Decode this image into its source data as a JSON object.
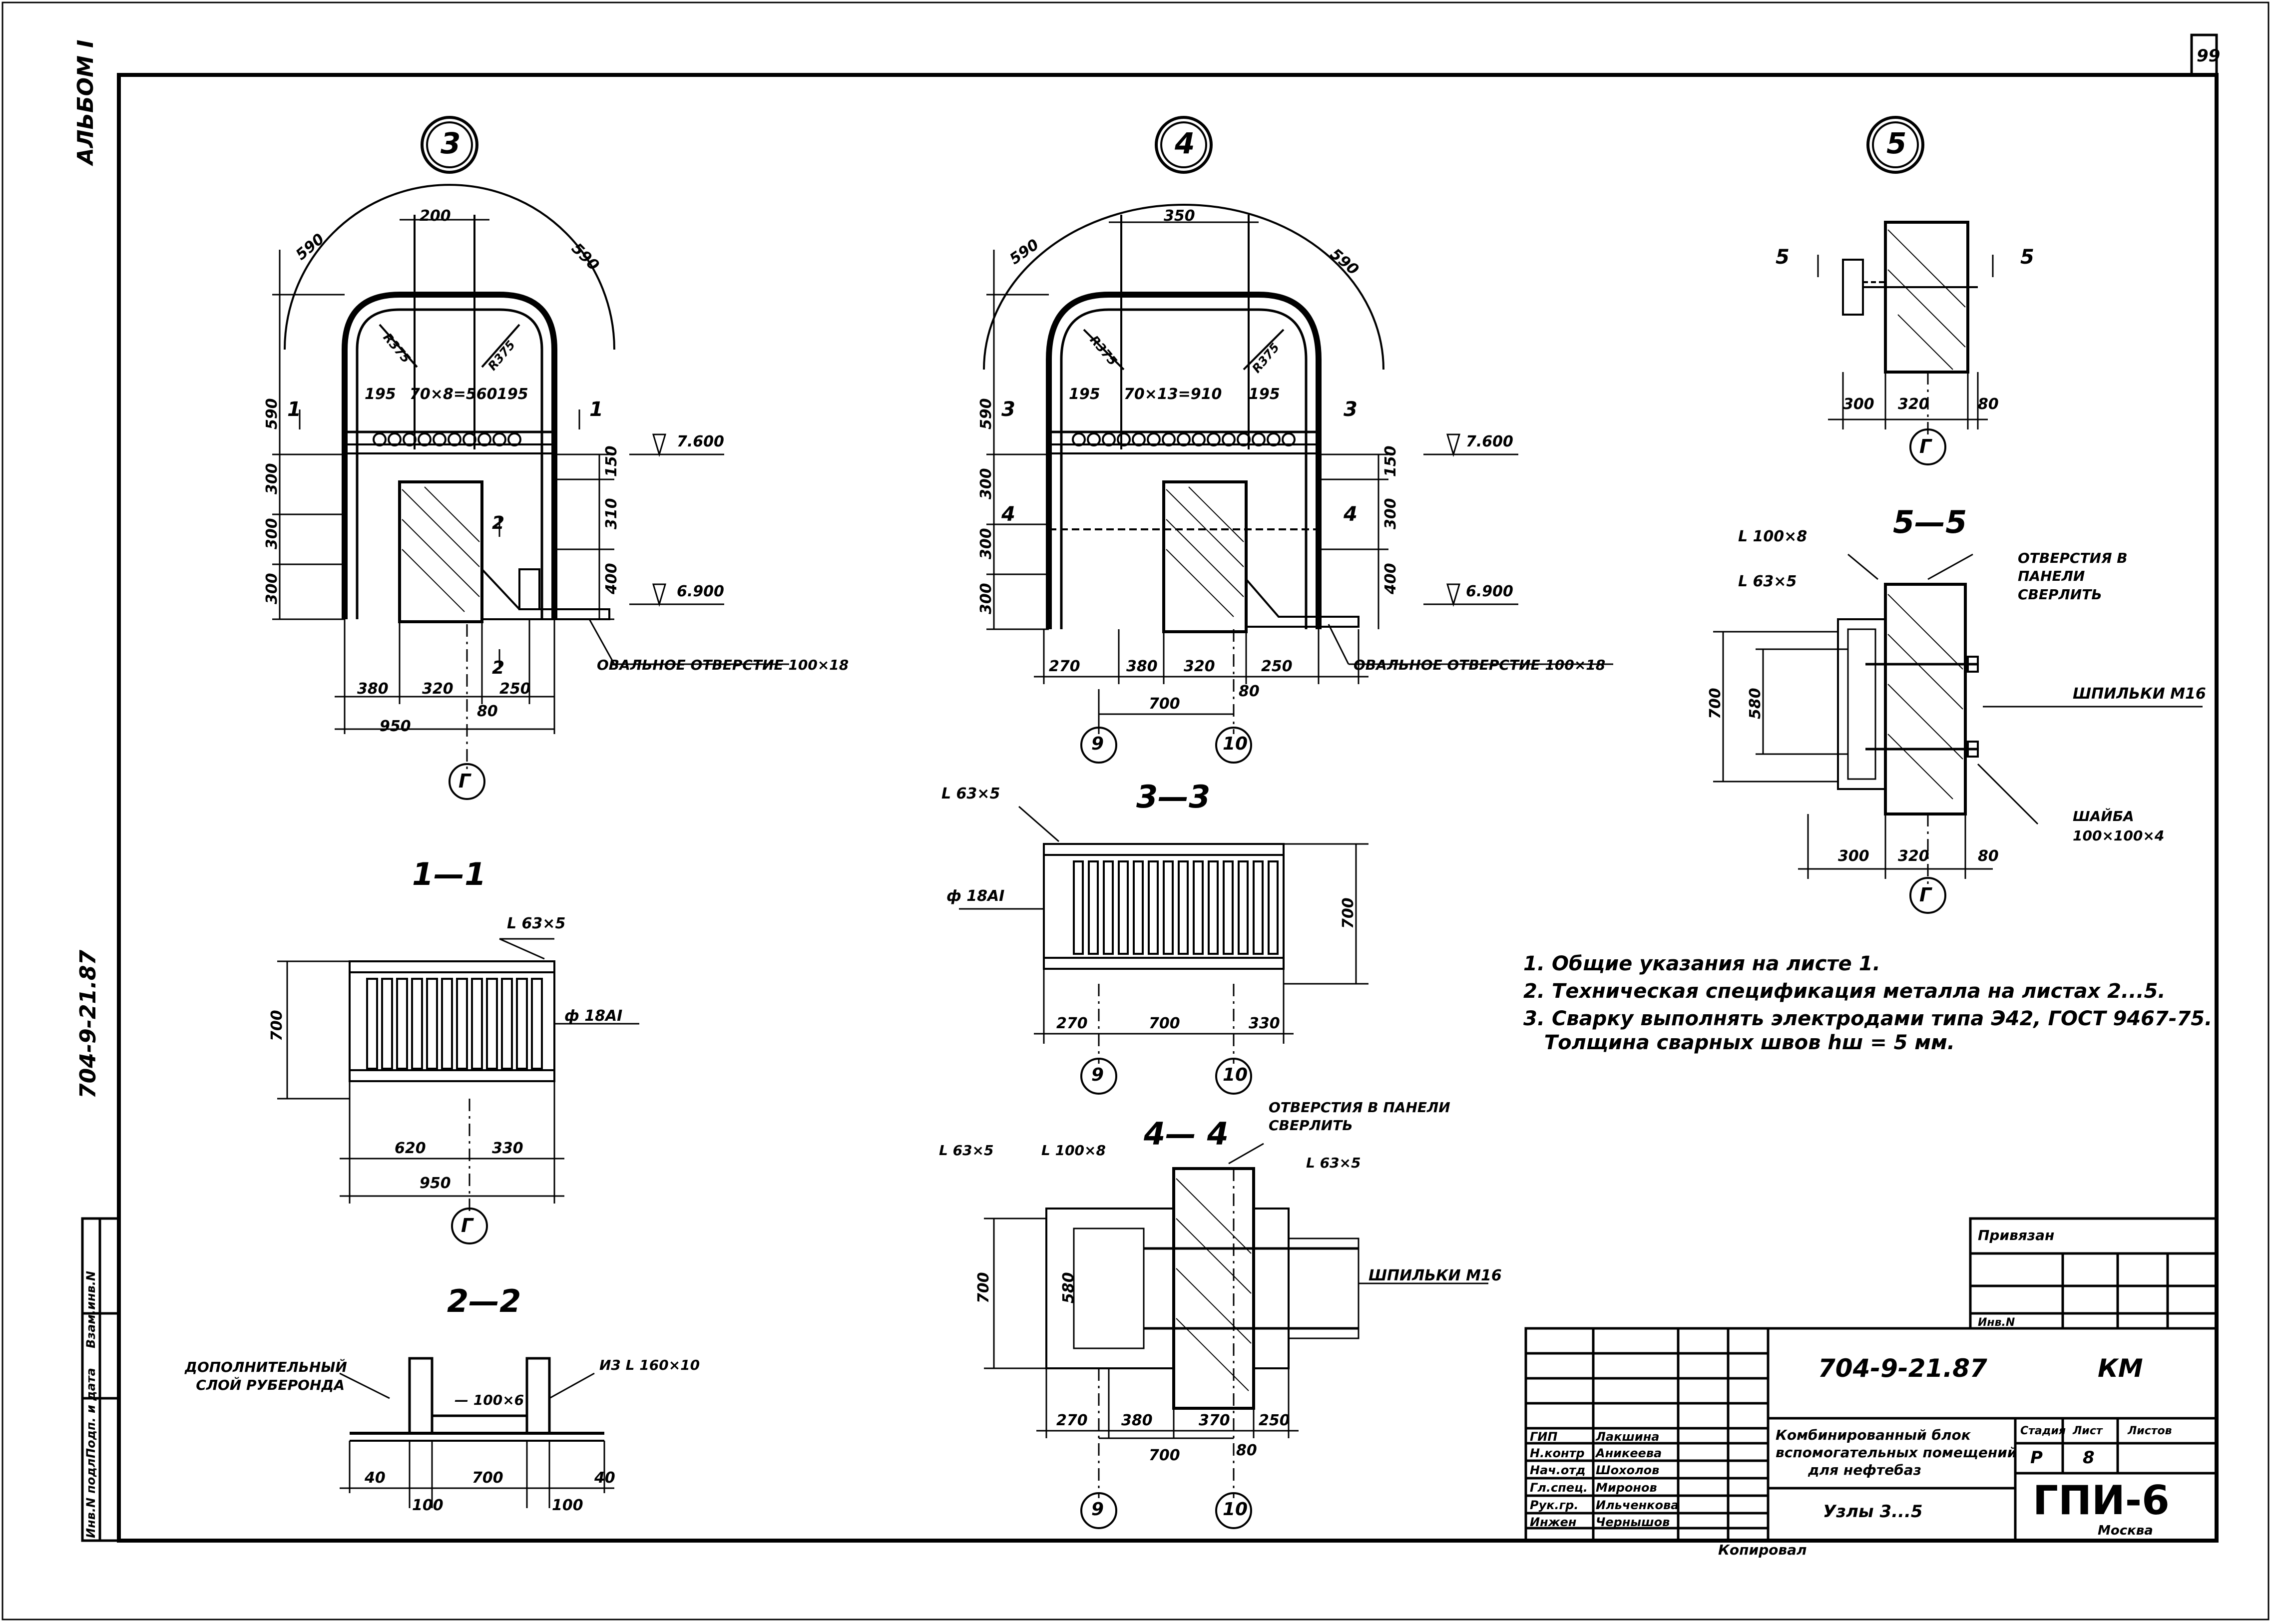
{
  "sheet": {
    "page_number": "99",
    "album_label": "АЛЬБОМ I",
    "doc_code_side": "704-9-21.87",
    "side_stamp": [
      "Инв.N подл.",
      "Подп. и дата",
      "Взам.инв.N"
    ]
  },
  "nodes": {
    "n3": {
      "marker": "3",
      "dims_top": [
        "200",
        "590",
        "590"
      ],
      "radius": [
        "R375",
        "R375"
      ],
      "spacing": [
        "195",
        "70×8=560",
        "195"
      ],
      "heights": [
        "590",
        "300",
        "300",
        "300",
        "150",
        "310",
        "400"
      ],
      "levels": [
        "7.600",
        "6.900"
      ],
      "bottom": [
        "380",
        "320",
        "250",
        "80",
        "950"
      ],
      "sections": [
        "1",
        "1",
        "2",
        "2"
      ],
      "axis": "Г",
      "oval_note": "ОВАЛЬНОЕ ОТВЕРСТИЕ 100×18"
    },
    "n4": {
      "marker": "4",
      "dims_top": [
        "350",
        "590",
        "590"
      ],
      "radius": [
        "R375",
        "R375"
      ],
      "spacing": [
        "195",
        "70×13=910",
        "195"
      ],
      "heights": [
        "590",
        "300",
        "300",
        "300",
        "150",
        "300",
        "400"
      ],
      "levels": [
        "7.600",
        "6.900"
      ],
      "bottom": [
        "270",
        "380",
        "320",
        "250",
        "700",
        "80"
      ],
      "sections": [
        "3",
        "3",
        "4",
        "4"
      ],
      "axes": [
        "9",
        "10"
      ],
      "oval_note": "ОВАЛЬНОЕ ОТВЕРСТИЕ 100×18"
    },
    "n5": {
      "marker": "5",
      "sections": [
        "5",
        "5"
      ],
      "bottom": [
        "300",
        "320",
        "80"
      ],
      "axis": "Г"
    }
  },
  "sections": {
    "s11": {
      "title": "1—1",
      "angle": "L 63×5",
      "bar": "ф 18АI",
      "dims": [
        "700",
        "620",
        "330",
        "950"
      ],
      "axis": "Г"
    },
    "s22": {
      "title": "2—2",
      "note": "ДОПОЛНИТЕЛЬНЫЙ СЛОЙ РУБЕРОНДА",
      "plate": "— 100×6",
      "angle": "И3 L 160×10",
      "dims": [
        "40",
        "100",
        "700",
        "100",
        "40"
      ]
    },
    "s33": {
      "title": "3—3",
      "angle": "L 63×5",
      "bar": "ф 18АI",
      "dims": [
        "700",
        "270",
        "700",
        "330"
      ],
      "axes": [
        "9",
        "10"
      ]
    },
    "s44": {
      "title": "4— 4",
      "note": "ОТВЕРСТИЯ В ПАНЕЛИ СВЕРЛИТЬ",
      "angles": [
        "L 63×5",
        "L 100×8",
        "L 63×5"
      ],
      "stud": "ШПИЛЬКИ М16",
      "dims": [
        "700",
        "580",
        "270",
        "380",
        "370",
        "250",
        "700",
        "80"
      ],
      "axes": [
        "9",
        "10"
      ]
    },
    "s55": {
      "title": "5—5",
      "angles": [
        "L 100×8",
        "L 63×5"
      ],
      "note": "ОТВЕРСТИЯ В ПАНЕЛИ СВЕРЛИТЬ",
      "stud": "ШПИЛЬКИ М16",
      "washer": "ШАЙБА 100×100×4",
      "dims": [
        "700",
        "580",
        "300",
        "320",
        "80"
      ],
      "axis": "Г"
    }
  },
  "notes": [
    "1. Общие указания на листе 1.",
    "2. Техническая спецификация металла на листах 2...5.",
    "3. Сварку выполнять электродами типа Э42, ГОСТ 9467-75.",
    "   Толщина сварных швов hш = 5 мм."
  ],
  "title_block": {
    "privyazan": "Привязан",
    "inv_no": "Инв.N",
    "doc_code": "704-9-21.87",
    "mark": "КМ",
    "roles": [
      "ГИП",
      "Н.контр",
      "Нач.отд",
      "Гл.спец.",
      "Рук.гр.",
      "Инжен"
    ],
    "names": [
      "Лакшина",
      "Аникеева",
      "Шохолов",
      "Миронов",
      "Ильченкова",
      "Чернышов"
    ],
    "project_title": [
      "Комбинированный блок",
      "вспомогательных помещений",
      "для нефтебаз"
    ],
    "sheet_title": "Узлы 3...5",
    "stage_label": "Стадия",
    "sheet_label": "Лист",
    "sheets_label": "Листов",
    "stage": "Р",
    "sheet": "8",
    "sheets": "",
    "org": "ГПИ-6",
    "city": "Москва",
    "copied": "Копировал"
  }
}
